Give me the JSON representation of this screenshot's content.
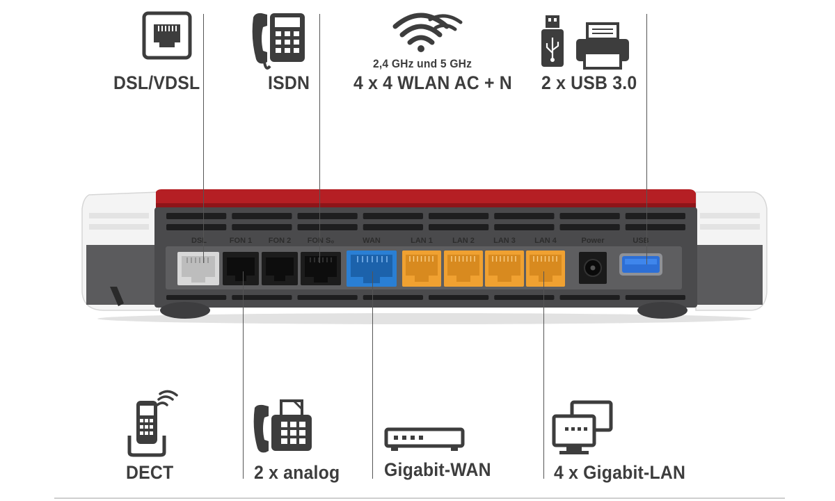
{
  "top_labels": {
    "dsl": "DSL/VDSL",
    "isdn": "ISDN",
    "wlan_band": "2,4 GHz und 5 GHz",
    "wlan": "4 x 4 WLAN AC + N",
    "usb": "2 x USB 3.0"
  },
  "bottom_labels": {
    "dect": "DECT",
    "analog": "2 x analog",
    "wan": "Gigabit-WAN",
    "lan": "4 x Gigabit-LAN"
  },
  "ports": {
    "dsl": "DSL",
    "fon1": "FON 1",
    "fon2": "FON 2",
    "fon_s0": "FON S₀",
    "wan": "WAN",
    "lan1": "LAN 1",
    "lan2": "LAN 2",
    "lan3": "LAN 3",
    "lan4": "LAN 4",
    "power": "Power",
    "usb": "USB"
  },
  "icons": {
    "dsl": "ethernet-port-icon",
    "isdn": "desk-phone-icon",
    "wlan": "wifi-icon",
    "usb": "usb-stick-icon",
    "printer": "printer-icon",
    "dect": "cordless-phone-icon",
    "analog": "fax-phone-icon",
    "wan": "network-switch-icon",
    "lan": "computer-monitors-icon"
  },
  "colors": {
    "router_red": "#b51f24",
    "router_body": "#4a4a4c",
    "wan_port": "#2a7fd4",
    "lan_port": "#f0a131",
    "usb_port": "#2d6fd6",
    "dsl_port": "#d8d8d8"
  }
}
